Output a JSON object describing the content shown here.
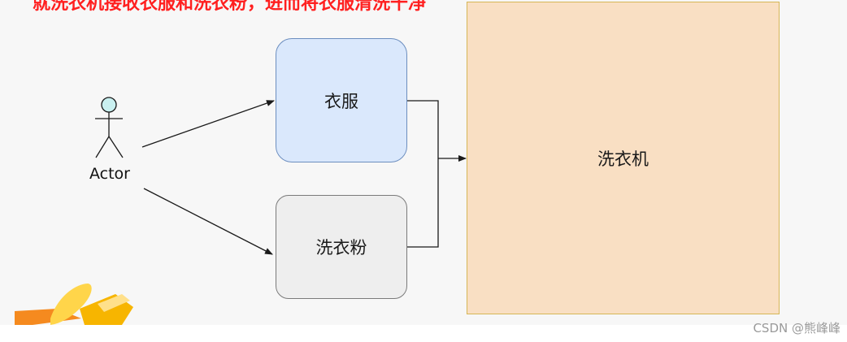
{
  "header": {
    "partial_text": "就洗衣机接收衣服和洗衣粉，进而将衣服清洗干净"
  },
  "actor": {
    "label": "Actor"
  },
  "nodes": {
    "clothes": "衣服",
    "detergent": "洗衣粉",
    "washing_machine": "洗衣机"
  },
  "watermark": {
    "text": "CSDN @熊峰峰"
  },
  "colors": {
    "canvas_bg": "#f7f7f7",
    "clothes_fill": "#dae8fc",
    "clothes_stroke": "#6c8ebf",
    "detergent_fill": "#eeeeee",
    "detergent_stroke": "#7a7a7a",
    "washer_fill": "#f9dfc3",
    "washer_stroke": "#d6b656",
    "actor_head": "#c9f0f0",
    "title_red": "#ff2020",
    "decor_yellow": "#f7b500"
  }
}
